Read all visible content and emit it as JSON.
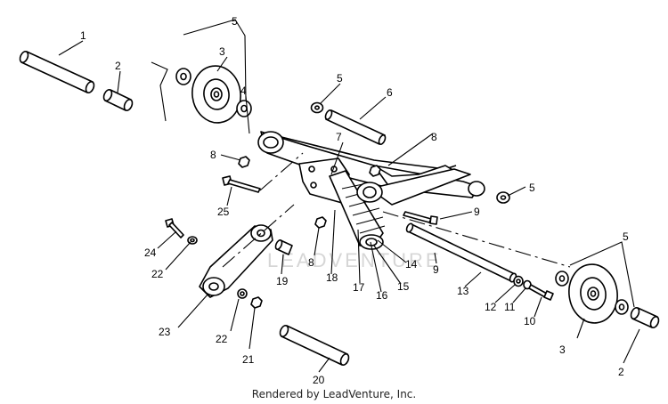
{
  "credit": "Rendered by LeadVenture, Inc.",
  "watermark": "LEADVENTURE",
  "callouts": [
    "1",
    "2",
    "3",
    "5",
    "5",
    "5",
    "4",
    "5",
    "6",
    "7",
    "8",
    "8",
    "5",
    "9",
    "25",
    "24",
    "22",
    "19",
    "8",
    "18",
    "17",
    "16",
    "15",
    "14",
    "9",
    "13",
    "12",
    "11",
    "10",
    "5",
    "3",
    "2",
    "23",
    "22",
    "21",
    "20"
  ]
}
